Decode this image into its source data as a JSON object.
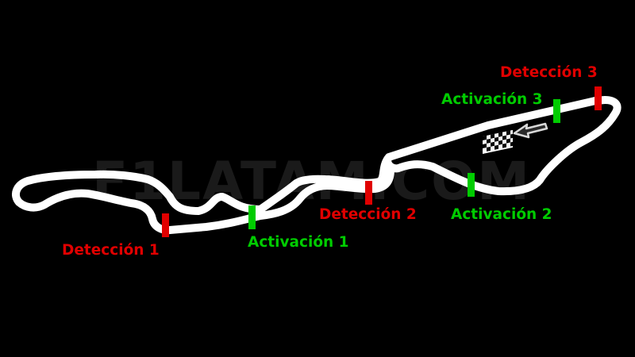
{
  "watermark": "F1LATAM.COM",
  "colors": {
    "background": "#000000",
    "track": "#ffffff",
    "detection": "#e00000",
    "activation": "#00cc00",
    "watermark": "#1a1a1a"
  },
  "zones": {
    "detection_1": "Detección 1",
    "detection_2": "Detección 2",
    "detection_3": "Detección 3",
    "activation_1": "Activación 1",
    "activation_2": "Activación 2",
    "activation_3": "Activación 3"
  },
  "icons": {
    "finish_flag": "checkered-flag-icon",
    "direction": "direction-arrow-icon"
  }
}
